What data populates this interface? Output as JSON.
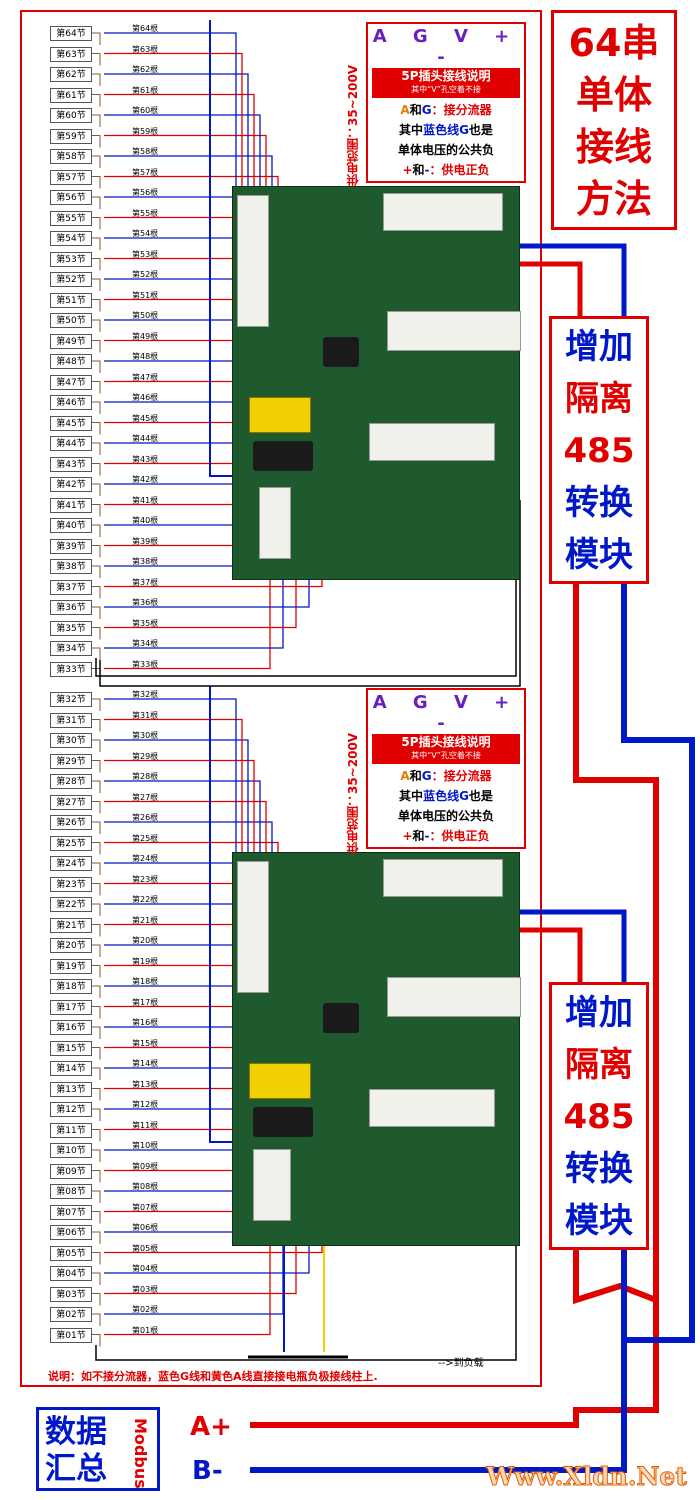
{
  "title": "64串单体接线方法",
  "title_lines": [
    "64串",
    "单体",
    "接线",
    "方法"
  ],
  "cell_suffix": "节",
  "wire_suffix": "根",
  "cells": [
    "第01节",
    "第02节",
    "第03节",
    "第04节",
    "第05节",
    "第06节",
    "第07节",
    "第08节",
    "第09节",
    "第10节",
    "第11节",
    "第12节",
    "第13节",
    "第14节",
    "第15节",
    "第16节",
    "第17节",
    "第18节",
    "第19节",
    "第20节",
    "第21节",
    "第22节",
    "第23节",
    "第24节",
    "第25节",
    "第26节",
    "第27节",
    "第28节",
    "第29节",
    "第30节",
    "第31节",
    "第32节",
    "第33节",
    "第34节",
    "第35节",
    "第36节",
    "第37节",
    "第38节",
    "第39节",
    "第40节",
    "第41节",
    "第42节",
    "第43节",
    "第44节",
    "第45节",
    "第46节",
    "第47节",
    "第48节",
    "第49节",
    "第50节",
    "第51节",
    "第52节",
    "第53节",
    "第54节",
    "第55节",
    "第56节",
    "第57节",
    "第58节",
    "第59节",
    "第60节",
    "第61节",
    "第62节",
    "第63节",
    "第64节"
  ],
  "wires": [
    "第01根",
    "第02根",
    "第03根",
    "第04根",
    "第05根",
    "第06根",
    "第07根",
    "第08根",
    "第09根",
    "第10根",
    "第11根",
    "第12根",
    "第13根",
    "第14根",
    "第15根",
    "第16根",
    "第17根",
    "第18根",
    "第19根",
    "第20根",
    "第21根",
    "第22根",
    "第23根",
    "第24根",
    "第25根",
    "第26根",
    "第27根",
    "第28根",
    "第29根",
    "第30根",
    "第31根",
    "第32根",
    "第33根",
    "第34根",
    "第35根",
    "第36根",
    "第37根",
    "第38根",
    "第39根",
    "第40根",
    "第41根",
    "第42根",
    "第43根",
    "第44根",
    "第45根",
    "第46根",
    "第47根",
    "第48根",
    "第49根",
    "第50根",
    "第51根",
    "第52根",
    "第53根",
    "第54根",
    "第55根",
    "第56根",
    "第57根",
    "第58根",
    "第59根",
    "第60根",
    "第61根",
    "第62根",
    "第63根",
    "第64根"
  ],
  "note": {
    "letters": "A G V + -",
    "header": "5P插头接线说明",
    "subheader": "其中“V”孔空着不接",
    "line_a_letter_a": "A",
    "line_a_and": "和",
    "line_a_letter_g": "G",
    "line_a_rest": "：接分流器",
    "line_b_pre": "其中",
    "line_b_blue": "蓝色线G",
    "line_b_post": "也是",
    "line_c": "单体电压的公共负",
    "line_d_plus": "+",
    "line_d_and": "和",
    "line_d_minus": "-",
    "line_d_rest": "：供电正负"
  },
  "voltage_range": "供电范围：35~200V",
  "module": [
    "增加",
    "隔离",
    "485",
    "转换",
    "模块"
  ],
  "footnote": "说明：如不接分流器，蓝色G线和黄色A线直接接电瓶负极接线柱上.",
  "to_load": "-->到负载",
  "data_summary": "数据汇总",
  "modbus": "Modbus",
  "bus_a": "A+",
  "bus_b": "B-",
  "site": "Www.Xldn.Net",
  "colors": {
    "red": "#e00000",
    "blue": "#0018c8",
    "purple": "#6a1fbf",
    "yellow": "#f0d000",
    "pcb": "#1f5a2e"
  }
}
